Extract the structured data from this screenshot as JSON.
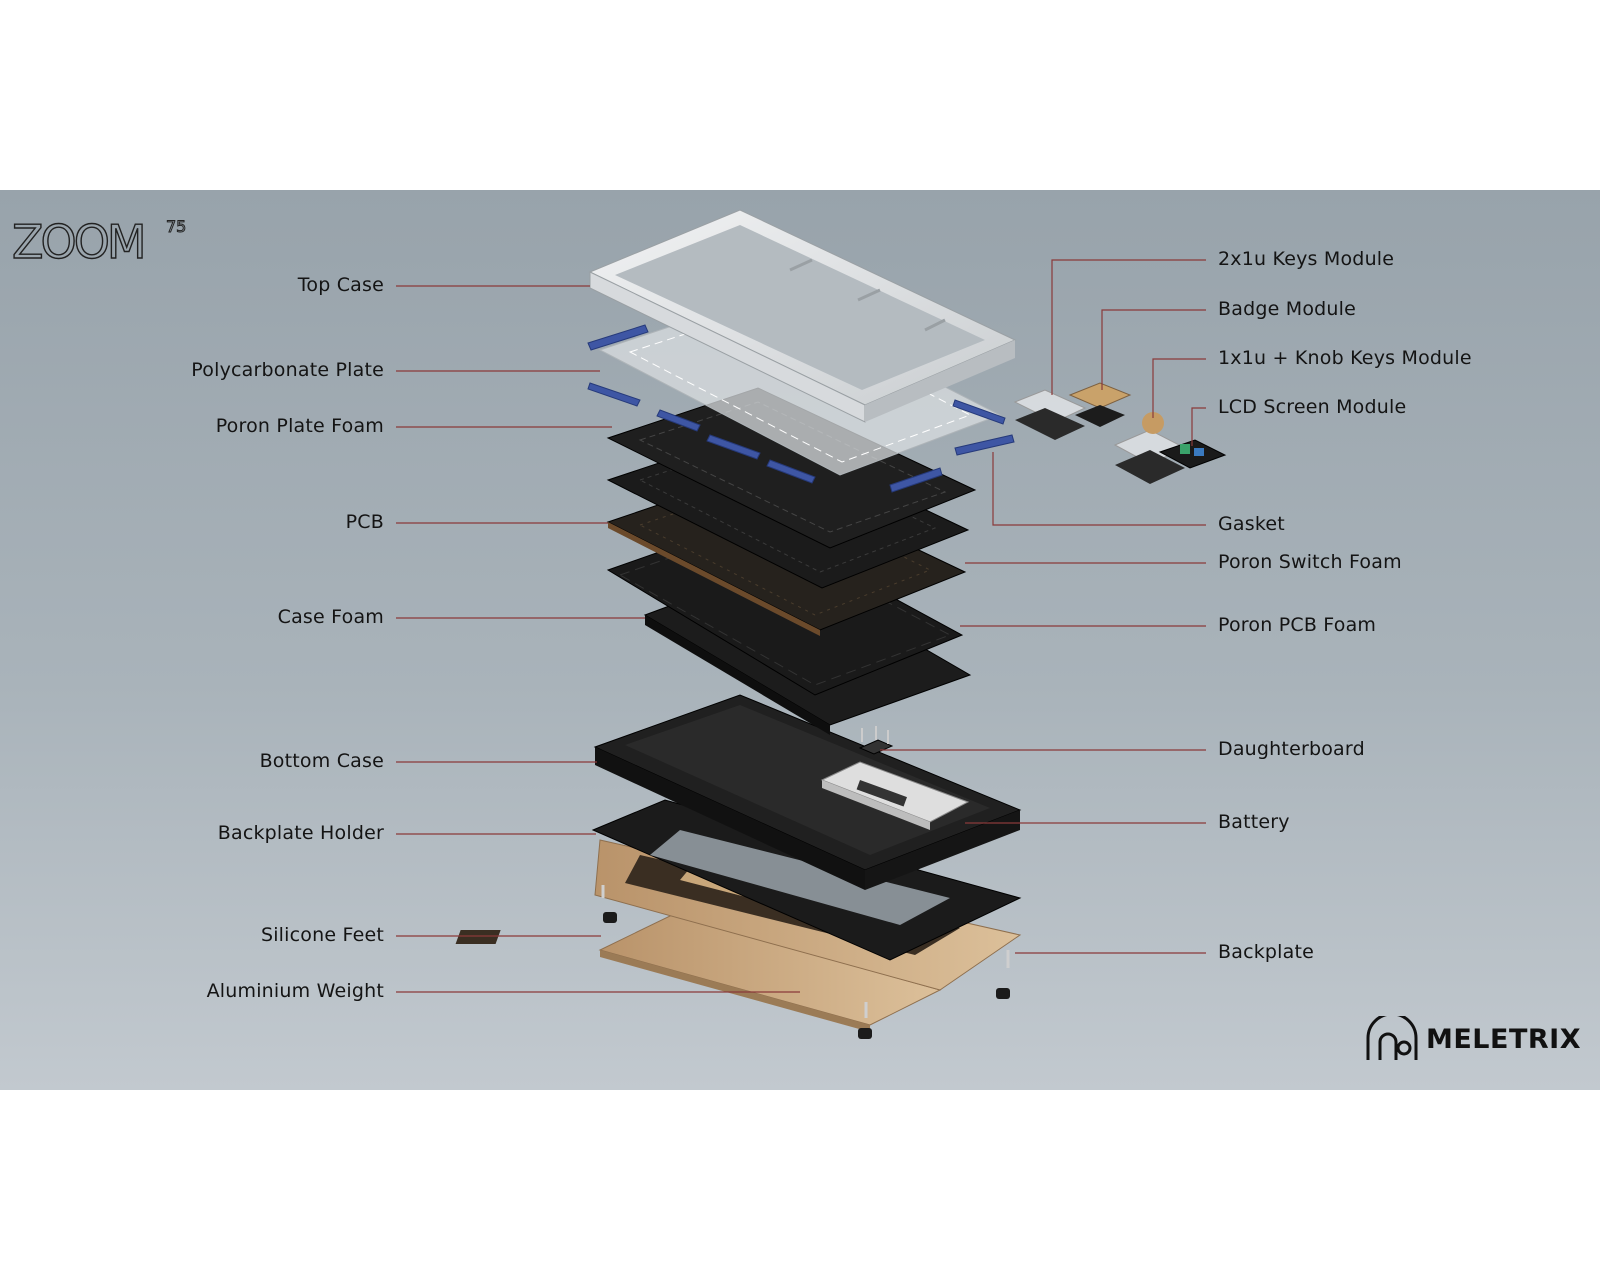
{
  "logo": {
    "zoom_text": "ZOOM",
    "zoom_suffix": "75"
  },
  "brand": {
    "name": "MELETRIX"
  },
  "left_labels": [
    {
      "id": "top-case",
      "text": "Top Case"
    },
    {
      "id": "polycarbonate-plate",
      "text": "Polycarbonate Plate"
    },
    {
      "id": "poron-plate-foam",
      "text": "Poron Plate Foam"
    },
    {
      "id": "pcb",
      "text": "PCB"
    },
    {
      "id": "case-foam",
      "text": "Case Foam"
    },
    {
      "id": "bottom-case",
      "text": "Bottom Case"
    },
    {
      "id": "backplate-holder",
      "text": "Backplate Holder"
    },
    {
      "id": "silicone-feet",
      "text": "Silicone Feet"
    },
    {
      "id": "aluminium-weight",
      "text": "Aluminium Weight"
    }
  ],
  "right_labels": [
    {
      "id": "2x1u-keys-module",
      "text": "2x1u Keys Module"
    },
    {
      "id": "badge-module",
      "text": "Badge Module"
    },
    {
      "id": "1x1u-knob-keys-module",
      "text": "1x1u + Knob Keys Module"
    },
    {
      "id": "lcd-screen-module",
      "text": "LCD Screen Module"
    },
    {
      "id": "gasket",
      "text": "Gasket"
    },
    {
      "id": "poron-switch-foam",
      "text": "Poron Switch Foam"
    },
    {
      "id": "poron-pcb-foam",
      "text": "Poron PCB Foam"
    },
    {
      "id": "daughterboard",
      "text": "Daughterboard"
    },
    {
      "id": "battery",
      "text": "Battery"
    },
    {
      "id": "backplate",
      "text": "Backplate"
    }
  ],
  "colors": {
    "leader_line": "#8a3a3a",
    "top_case": "#e6e8ea",
    "gasket": "#3a52a0",
    "foam": "#1c1c1c",
    "pcb": "#2a2622",
    "bottom_case": "#1a1a1a",
    "backplate": "#c9a77a"
  }
}
